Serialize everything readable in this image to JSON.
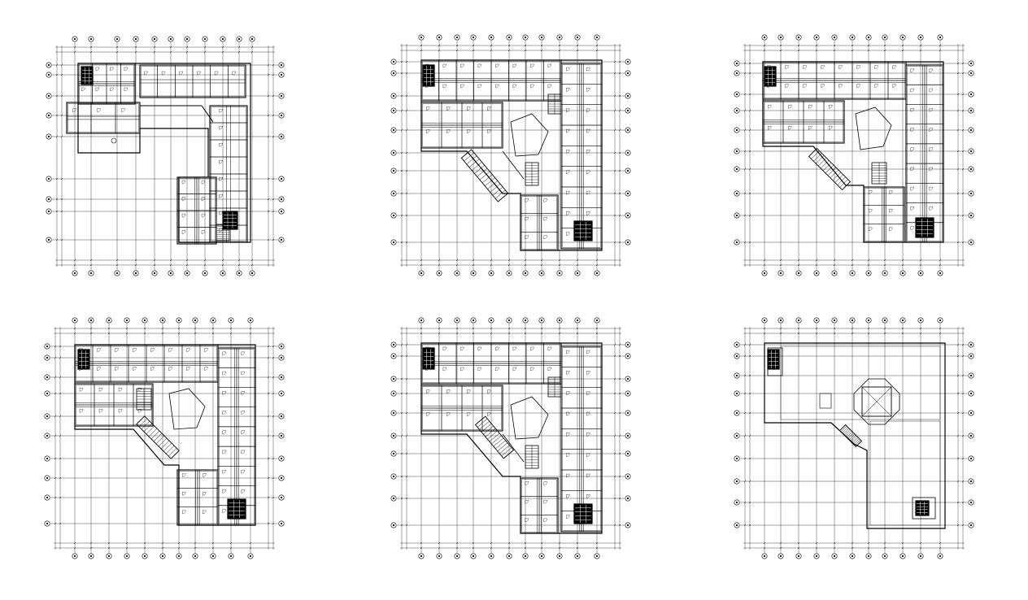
{
  "drawing": {
    "line_color": "#000000",
    "background": "#ffffff",
    "plans": [
      {
        "id": "plan-1",
        "shape": "L-shape",
        "caption": ""
      },
      {
        "id": "plan-2",
        "shape": "L-shape-with-diagonal-stair",
        "caption": ""
      },
      {
        "id": "plan-3",
        "shape": "L-shape-with-diagonal-stair",
        "caption": ""
      },
      {
        "id": "plan-4",
        "shape": "L-shape-with-diagonal-stair",
        "caption": ""
      },
      {
        "id": "plan-5",
        "shape": "L-shape-with-diagonal-stair",
        "caption": ""
      },
      {
        "id": "plan-6",
        "shape": "roof-plan",
        "caption": ""
      }
    ]
  }
}
